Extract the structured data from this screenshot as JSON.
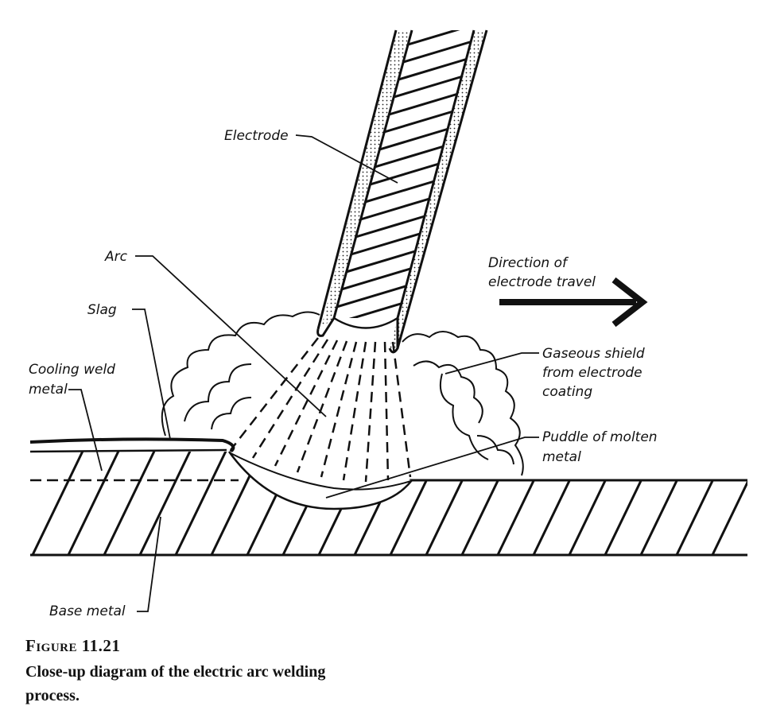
{
  "labels": {
    "electrode": "Electrode",
    "arc": "Arc",
    "slag": "Slag",
    "cooling_weld_1": "Cooling weld",
    "cooling_weld_2": "metal",
    "direction_1": "Direction of",
    "direction_2": "electrode travel",
    "gaseous_1": "Gaseous shield",
    "gaseous_2": "from electrode",
    "gaseous_3": "coating",
    "puddle_1": "Puddle of molten",
    "puddle_2": "metal",
    "base_metal": "Base metal"
  },
  "caption": {
    "number": "Figure 11.21",
    "text": "Close-up diagram of the electric arc welding process."
  }
}
